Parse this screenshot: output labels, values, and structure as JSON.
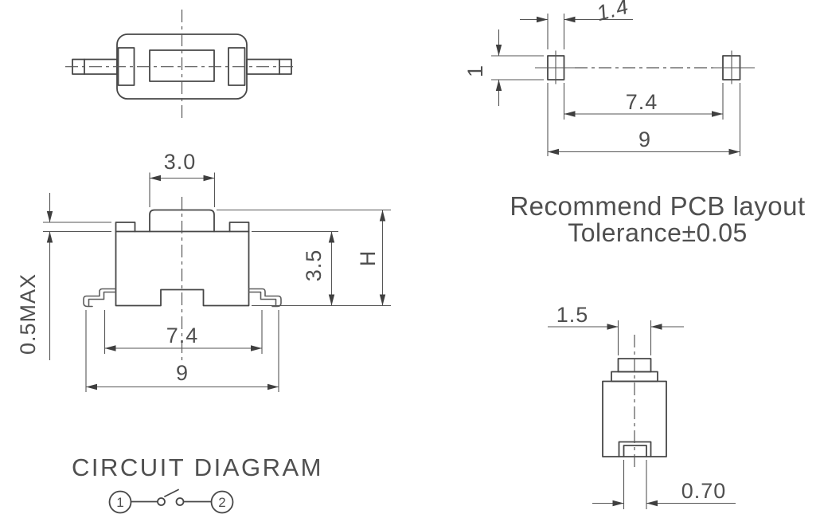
{
  "meta": {
    "drawing_type": "tact switch technical drawing",
    "background_color": "#ffffff",
    "line_color": "#474747",
    "text_color": "#4f4f4f"
  },
  "front_view": {
    "dim_button_width": "3.0",
    "dim_tab_height": "0.5MAX",
    "dim_body_height": "3.5",
    "dim_total_height": "H",
    "dim_lead_span_inner": "7.4",
    "dim_lead_span_outer": "9"
  },
  "pcb_layout": {
    "caption_line1": "Recommend PCB layout",
    "caption_line2": "Tolerance±0.05",
    "dim_pad_height": "1",
    "dim_pad_width": "1.4",
    "dim_pad_span_inner": "7.4",
    "dim_pad_span_outer": "9"
  },
  "side_view": {
    "dim_stem_width": "1.5",
    "dim_terminal_width": "0.70"
  },
  "circuit_diagram": {
    "title": "CIRCUIT DIAGRAM",
    "terminal_left": "1",
    "terminal_right": "2"
  }
}
